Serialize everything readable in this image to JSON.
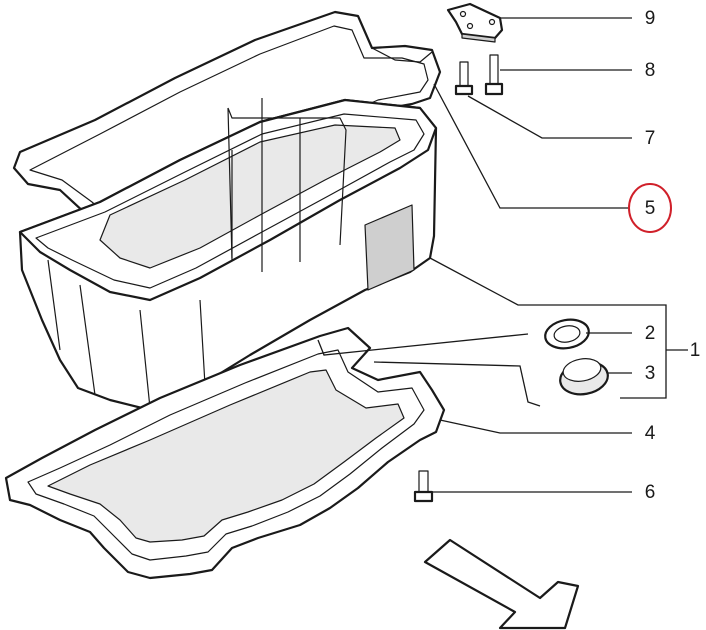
{
  "callouts": [
    {
      "id": "9",
      "label": "9"
    },
    {
      "id": "8",
      "label": "8"
    },
    {
      "id": "7",
      "label": "7"
    },
    {
      "id": "5",
      "label": "5"
    },
    {
      "id": "2",
      "label": "2"
    },
    {
      "id": "1",
      "label": "1"
    },
    {
      "id": "3",
      "label": "3"
    },
    {
      "id": "4",
      "label": "4"
    },
    {
      "id": "6",
      "label": "6"
    }
  ],
  "highlight": {
    "callout": "5",
    "color": "#d0202a"
  },
  "colors": {
    "line": "#1a1a1a",
    "shade": "#e9e9e9",
    "dark_shade": "#cfcfcf"
  }
}
